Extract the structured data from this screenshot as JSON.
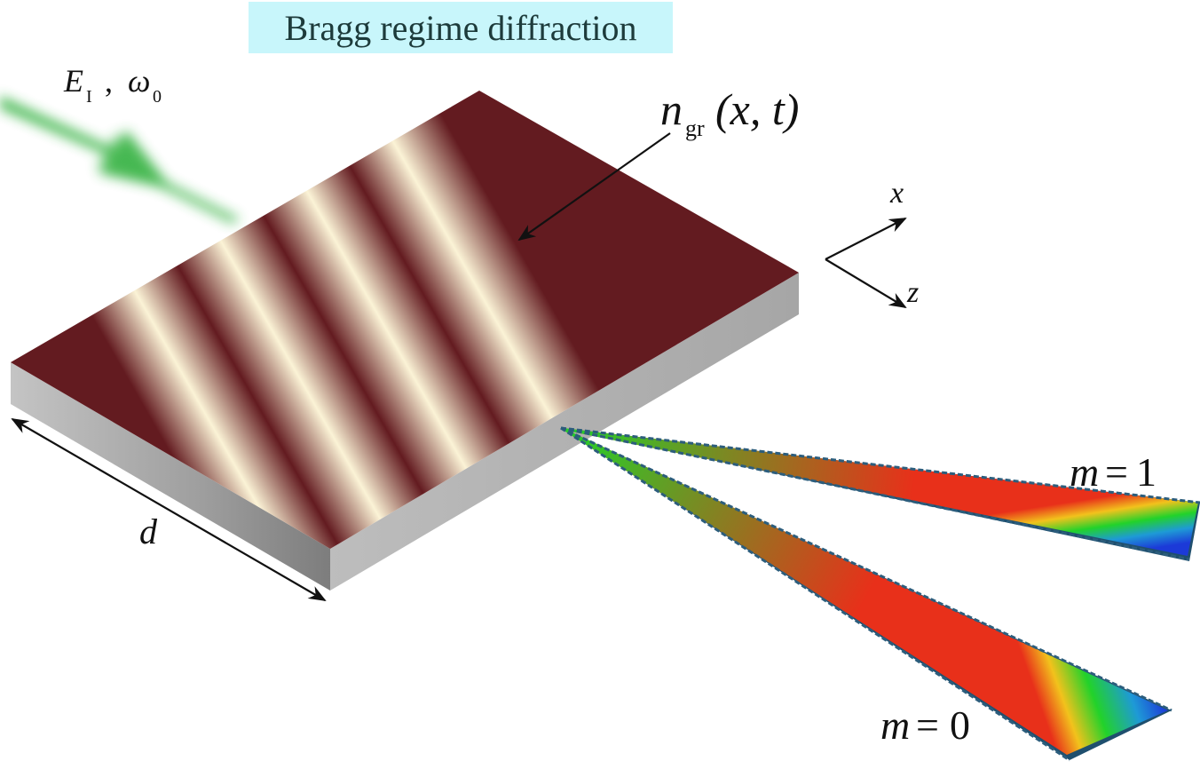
{
  "title": "Bragg regime diffraction",
  "incident": {
    "field_symbol": "E",
    "field_subscript": "I",
    "separator": " ,",
    "freq_symbol": "ω",
    "freq_subscript": "0"
  },
  "grating": {
    "symbol": "n",
    "subscript": "gr",
    "args": "(x, t)"
  },
  "thickness_label": "d",
  "axes": {
    "x_label": "x",
    "z_label": "z"
  },
  "orders": {
    "m1": {
      "symbol": "m",
      "equals": "=",
      "value": "1"
    },
    "m0": {
      "symbol": "m",
      "equals": "=",
      "value": "0"
    }
  },
  "colors": {
    "slab_top_dark": "#631b20",
    "slab_fringe_light": "#fbf3d6",
    "slab_front": "#b3b3b3",
    "slab_side": "#9a9a9a",
    "beam_green": "#3cb54a",
    "title_bg": "#c8f6fb"
  }
}
